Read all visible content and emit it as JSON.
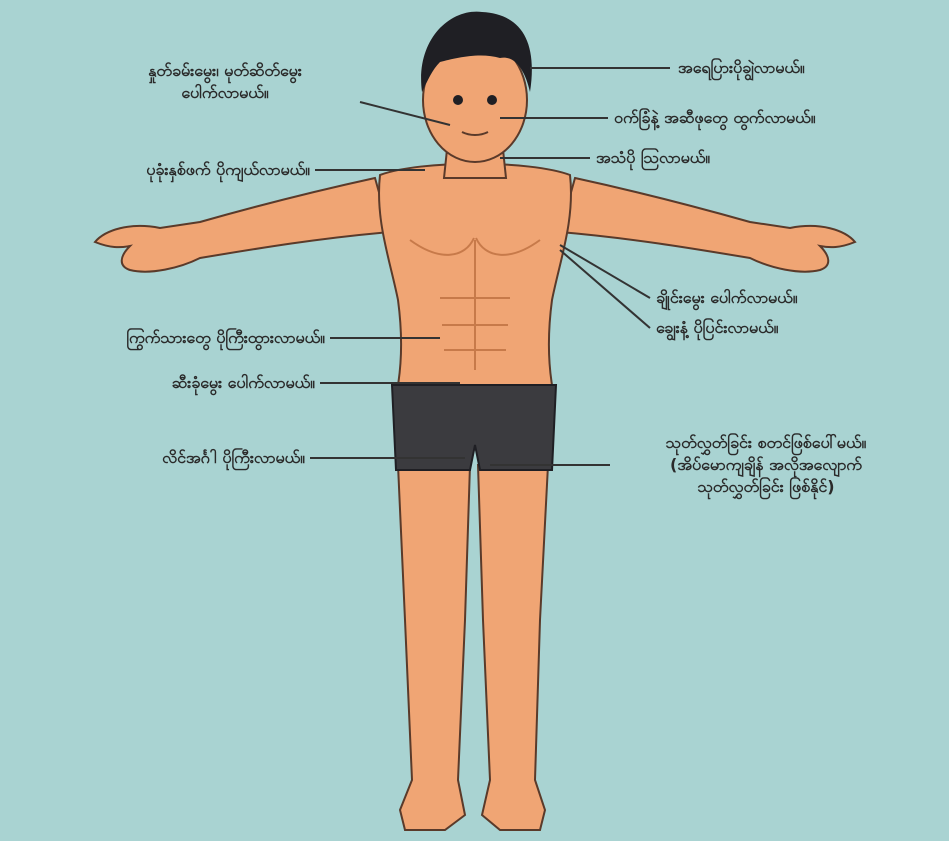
{
  "labels": {
    "facial_hair": [
      "နှုတ်ခမ်းမွေး၊ မုတ်ဆိတ်မွေး",
      "ပေါက်လာမယ်။"
    ],
    "oily_skin": "အရေပြားပိုချွဲလာမယ်။",
    "acne": "ဝက်ခြံနဲ့ အဆီဖုတွေ ထွက်လာမယ်။",
    "shoulders": "ပုခုံးနှစ်ဖက် ပိုကျယ်လာမယ်။",
    "voice": "အသံပို ဩလာမယ်။",
    "underarm_hair": "ချိုင်းမွေး ပေါက်လာမယ်။",
    "sweat": "ချွေးနံ့ ပိုပြင်းလာမယ်။",
    "muscles": "ကြွက်သားတွေ ပိုကြီးထွားလာမယ်။",
    "pubic_hair": "ဆီးခုံမွေး ပေါက်လာမယ်။",
    "genitals": "လိင်အင်္ဂါ ပိုကြီးလာမယ်။",
    "wet_dreams": [
      "သုတ်လွှတ်ခြင်း စတင်ဖြစ်ပေါ်မယ်။",
      "(အိပ်မောကျချိန် အလိုအလျောက်",
      "သုတ်လွှတ်ခြင်း ဖြစ်နိုင်)"
    ]
  },
  "colors": {
    "background": "#a9d3d2",
    "skin": "#f0a574",
    "skin_shadow": "#d98855",
    "hair": "#1f1f24",
    "shorts": "#3b3b3f",
    "line": "#333333"
  }
}
